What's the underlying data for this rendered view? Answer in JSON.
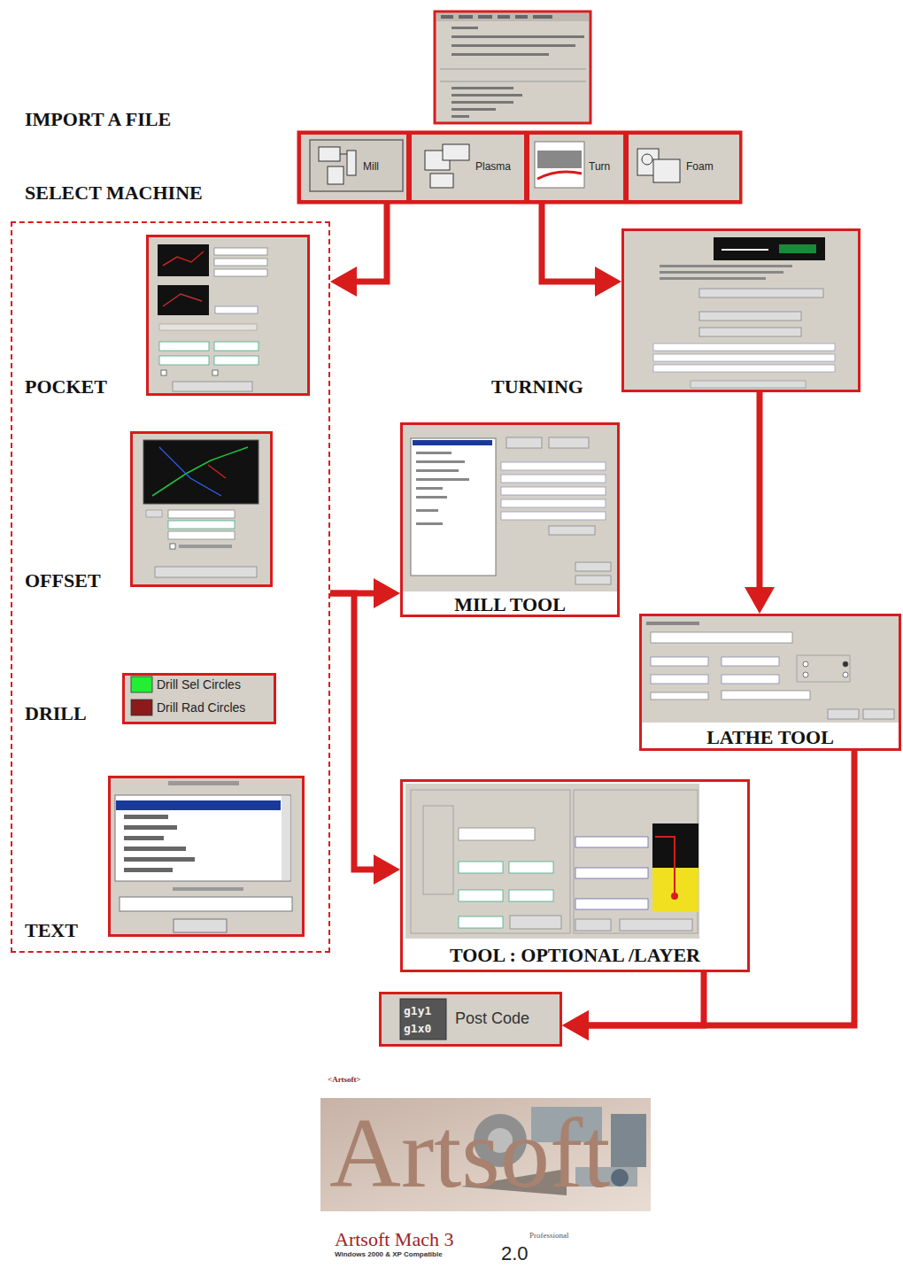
{
  "diagram": {
    "nodes": [
      {
        "text": [
          "Mill"
        ]
      },
      {
        "text": [
          "Plasma"
        ]
      },
      {
        "text": [
          "Turn"
        ]
      },
      {
        "text": [
          "Foam"
        ]
      },
      {
        "text": []
      },
      {
        "text": [
          "POCKET"
        ],
        "in": 4
      },
      {
        "text": [
          "OFFSET"
        ],
        "in": 4
      },
      {
        "text": [
          "DRILL",
          "Drill Sel Circles",
          "Drill Rad Circles"
        ],
        "in": 4
      },
      {
        "text": [
          "TEXT"
        ],
        "in": 4
      },
      {
        "text": [
          "TURNING"
        ]
      },
      {
        "text": [
          "MILL TOOL"
        ]
      },
      {
        "text": [
          "LATHE TOOL"
        ]
      },
      {
        "text": [
          "TOOL : OPTIONAL /LAYER"
        ]
      },
      {
        "text": [
          "g1y1 g1x0",
          "Post Code"
        ]
      }
    ],
    "edges": [
      {
        "from": 0,
        "to": 4,
        "arrow": "to"
      },
      {
        "from": 2,
        "to": 9,
        "arrow": "to"
      },
      {
        "from": 4,
        "to": 10,
        "arrow": "to"
      },
      {
        "from": 4,
        "to": 12,
        "arrow": "to"
      },
      {
        "from": 9,
        "to": 11,
        "arrow": "to"
      },
      {
        "from": 12,
        "to": 13,
        "arrow": "to"
      },
      {
        "from": 11,
        "to": 13,
        "arrow": "to"
      }
    ],
    "labels": [
      "IMPORT A FILE",
      "SELECT MACHINE",
      "<Artsoft>",
      "Artsoft",
      "Artsoft Mach 3",
      "Professional",
      "2.0",
      "Windows 2000 & XP Compatible"
    ]
  }
}
